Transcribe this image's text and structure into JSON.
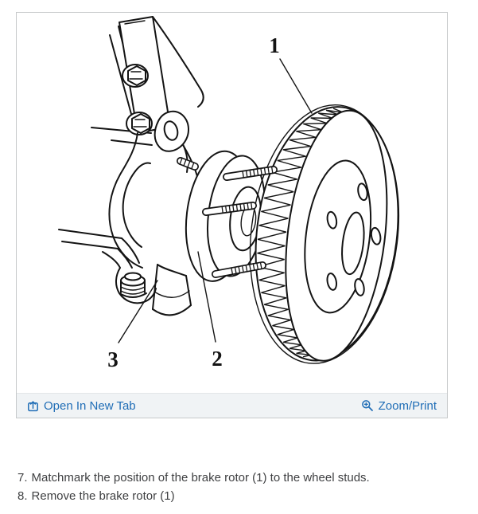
{
  "figure": {
    "alt": "Brake rotor, wheel studs and steering knuckle diagram",
    "callouts": {
      "rotor_label": "1",
      "studs_label": "2",
      "knuckle_label": "3"
    }
  },
  "footer": {
    "open_in_new_tab_label": "Open In New Tab",
    "zoom_print_label": "Zoom/Print"
  },
  "steps": [
    {
      "num": "7.",
      "text": "Matchmark the position of the brake rotor (1) to the wheel studs."
    },
    {
      "num": "8.",
      "text": "Remove the brake rotor (1)"
    }
  ],
  "colors": {
    "link_blue": "#1f6db6",
    "body_text": "#3f4042",
    "line_art": "#141414",
    "panel_border": "#c6c9ca",
    "footer_bg": "#f0f3f5"
  }
}
